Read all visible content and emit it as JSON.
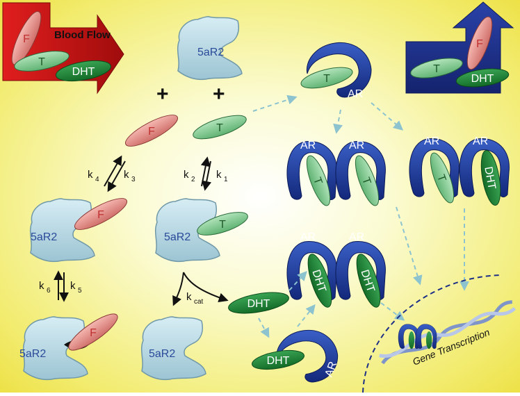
{
  "blood_flow_label": "Blood Flow",
  "enzyme_label": "5aR2",
  "receptor_label": "AR",
  "testosterone_label": "T",
  "finasteride_label": "F",
  "dht_label": "DHT",
  "plus_sign": "+",
  "rates": {
    "k1_base": "k",
    "k1_sub": "1",
    "k2_base": "k",
    "k2_sub": "2",
    "k3_base": "k",
    "k3_sub": "3",
    "k4_base": "k",
    "k4_sub": "4",
    "k5_base": "k",
    "k5_sub": "5",
    "k6_base": "k",
    "k6_sub": "6",
    "kcat_base": "k",
    "kcat_sub": "cat"
  },
  "gene_transcription_label": "Gene Transcription",
  "colors": {
    "enzyme": "#b9dbe7",
    "receptor": "#1d3c9c",
    "testosterone": "#7ccb8c",
    "finasteride": "#e58f8a",
    "dht": "#1f8a3a",
    "arrow_red": "#d11a1a",
    "arrow_blue": "#1c2f8c",
    "dashed": "#8cc3cf"
  }
}
